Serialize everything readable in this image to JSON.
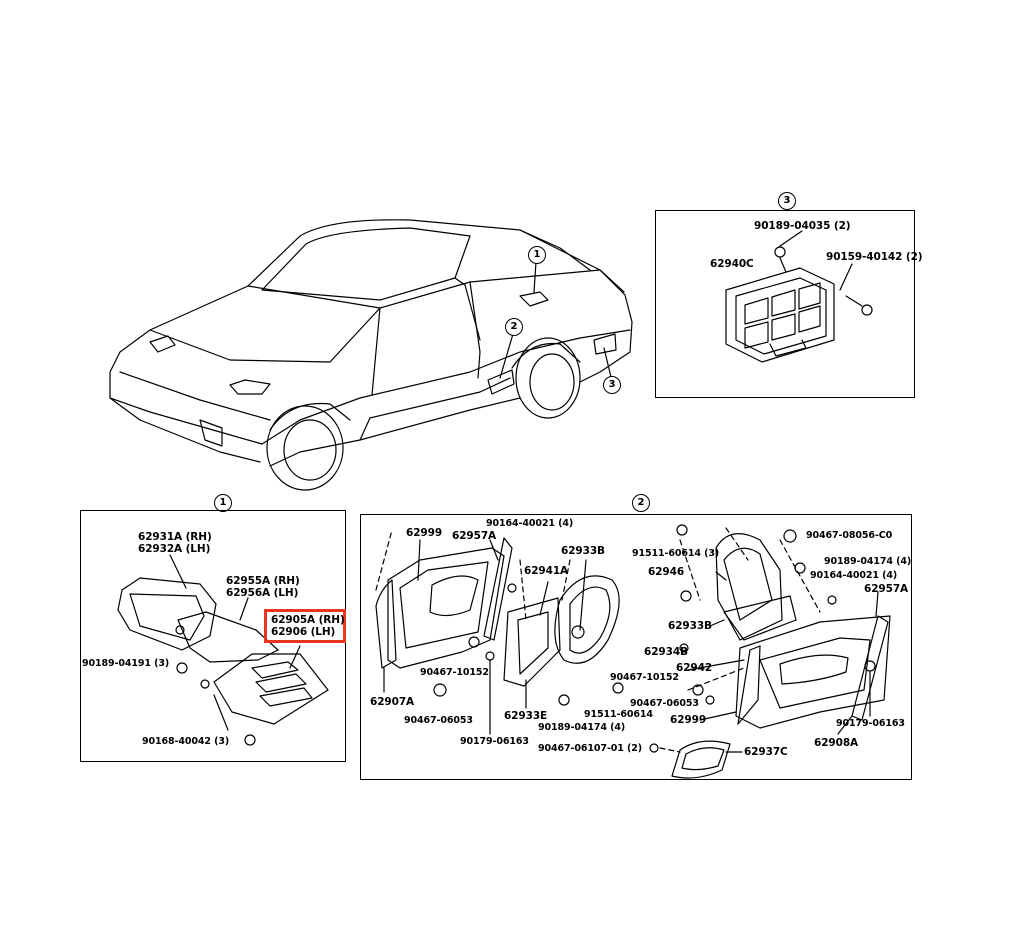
{
  "callouts": {
    "one": "1",
    "two": "2",
    "three": "3"
  },
  "panel3": {
    "title": "3",
    "labels": {
      "bolt_top": "90189-04035 (2)",
      "screw_right": "90159-40142 (2)",
      "part": "62940C"
    }
  },
  "panel1": {
    "title": "1",
    "labels": {
      "a_rh": "62931A (RH)",
      "a_lh": "62932A (LH)",
      "b_rh": "62955A (RH)",
      "b_lh": "62956A (LH)",
      "hl_rh": "62905A (RH)",
      "hl_lh": "62906   (LH)",
      "clip": "90189-04191 (3)",
      "screw": "90168-40042 (3)"
    }
  },
  "panel2": {
    "title": "2",
    "labels": {
      "p62999a": "62999",
      "p62957a_l": "62957A",
      "p90164a": "90164-40021 (4)",
      "p62933b_l": "62933B",
      "p62941a": "62941A",
      "p62907a": "62907A",
      "p90467_10152_l": "90467-10152",
      "p90467_06053_l": "90467-06053",
      "p62933e": "62933E",
      "p90179_l": "90179-06163",
      "p90189_04174_l": "90189-04174 (4)",
      "p91511_l": "91511-60614",
      "p90467_06107": "90467-06107-01 (2)",
      "p91511_r": "91511-60614 (3)",
      "p62946": "62946",
      "p62933b_r": "62933B",
      "p62934b": "62934B",
      "p62942": "62942",
      "p90467_10152_r": "90467-10152",
      "p90467_06053_r": "90467-06053",
      "p62999b": "62999",
      "p62937c": "62937C",
      "p90467_08056": "90467-08056-C0",
      "p90189_04174_r": "90189-04174 (4)",
      "p90164b": "90164-40021 (4)",
      "p62957a_r": "62957A",
      "p90179_r": "90179-06163",
      "p62908a": "62908A"
    }
  },
  "colors": {
    "highlight": "#e8361e",
    "line": "#000000",
    "background": "#ffffff"
  }
}
